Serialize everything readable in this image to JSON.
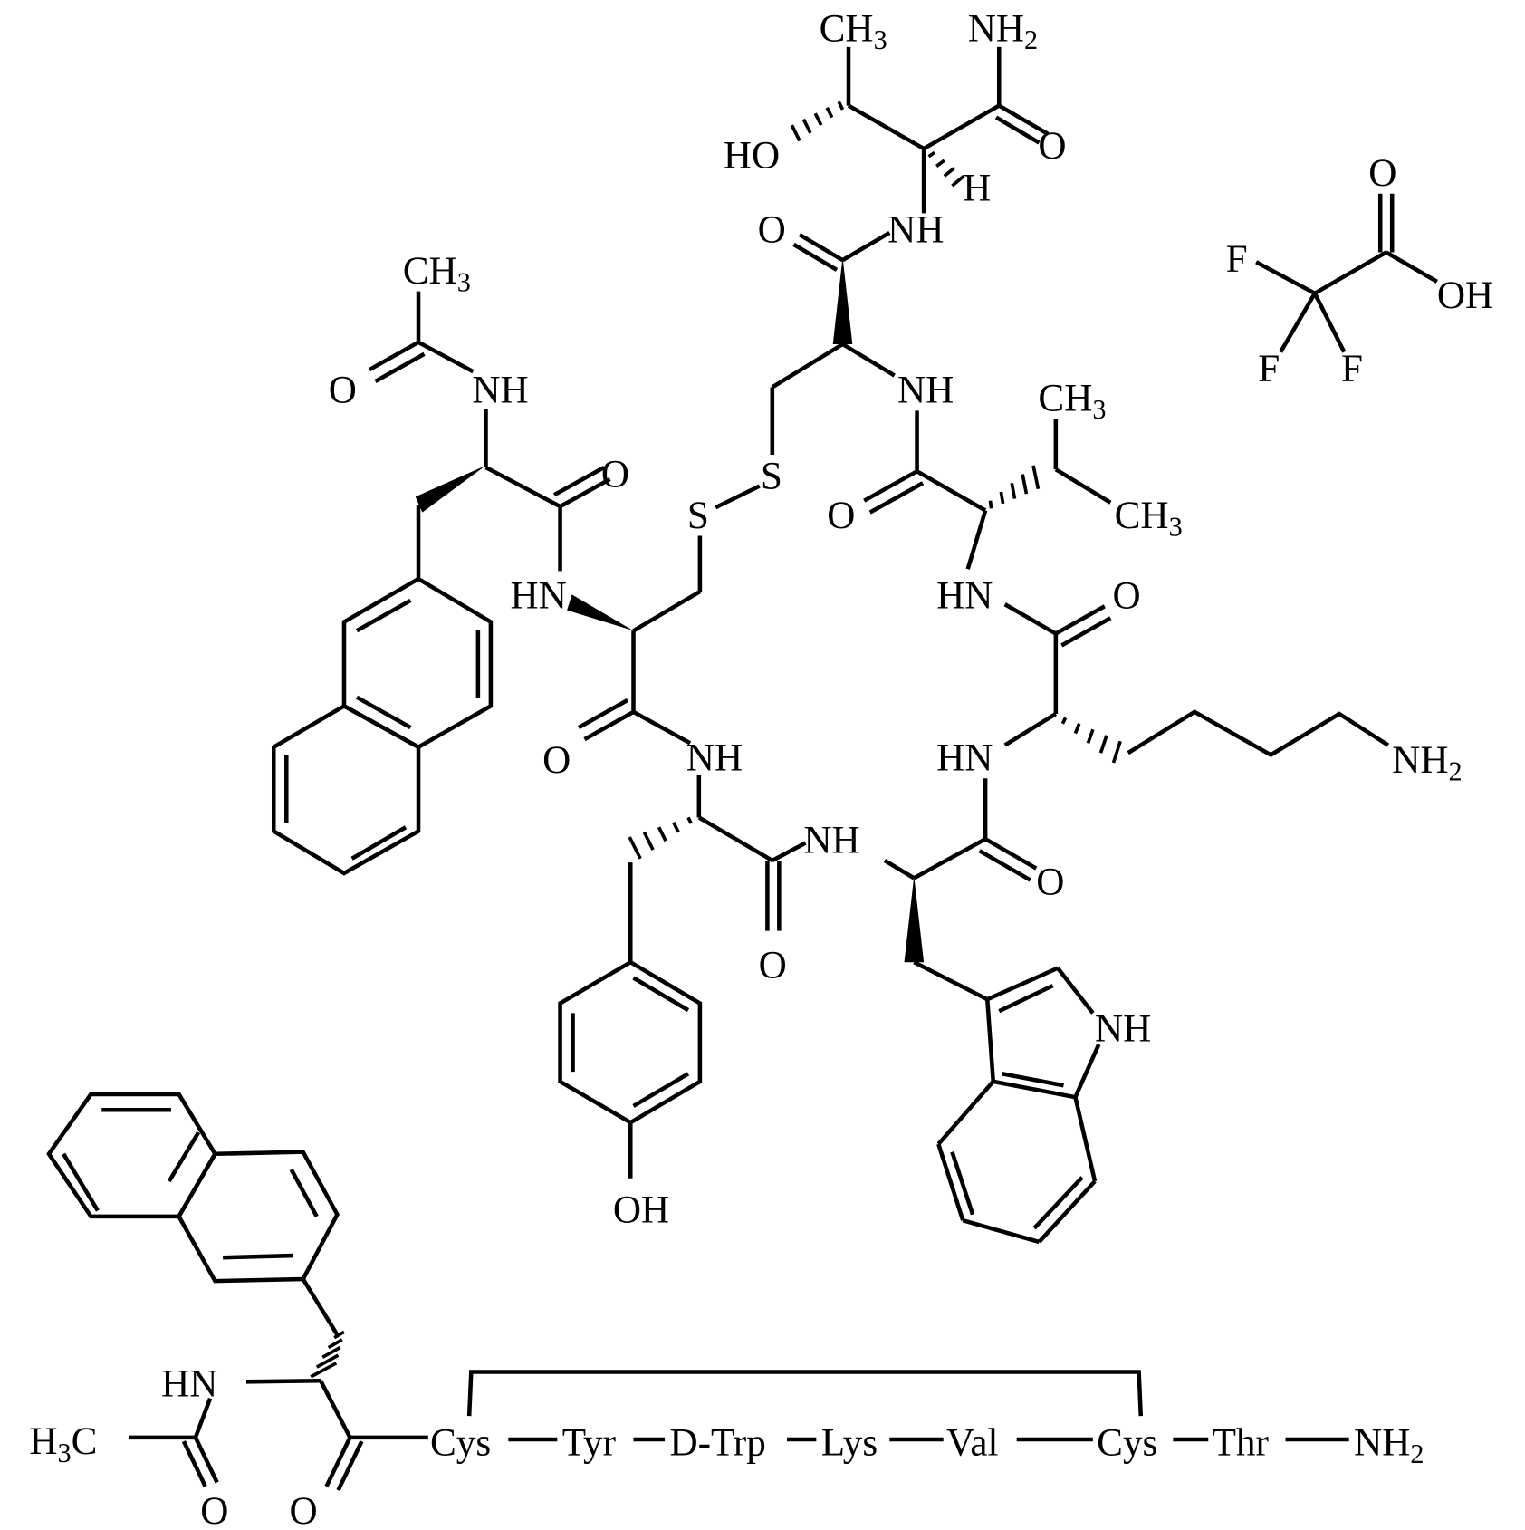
{
  "molecule": {
    "name_sequence": "Ac-Nal-Cys-Tyr-D-Trp-Lys-Val-Cys-Thr-NH2 trifluoroacetate",
    "counterion": "trifluoroacetic acid",
    "colors": {
      "ink": "#000000",
      "background": "#ffffff"
    }
  },
  "labels": {
    "thr_ch3": "CH",
    "thr_ch3_sub": "3",
    "thr_nh2": "NH",
    "thr_nh2_sub": "2",
    "thr_ho": "HO",
    "thr_o": "O",
    "thr_h": "H",
    "thr_nh": "NH",
    "cys2_o": "O",
    "cys2_nh": "NH",
    "val_ch3_top": "CH",
    "val_ch3_top_sub": "3",
    "val_ch3_right": "CH",
    "val_ch3_right_sub": "3",
    "val_o": "O",
    "val_hn": "HN",
    "lys_o": "O",
    "lys_hn": "HN",
    "lys_nh2": "NH",
    "lys_nh2_sub": "2",
    "trp_o": "O",
    "trp_nh": "NH",
    "indole_nh": "NH",
    "tyr_o": "O",
    "tyr_nh": "NH",
    "tyr_oh": "OH",
    "cys1_o": "O",
    "cys1_hn": "HN",
    "s1": "S",
    "s2": "S",
    "nal_o": "O",
    "nal_nh": "NH",
    "ac_ch3": "CH",
    "ac_ch3_sub": "3",
    "ac_o": "O",
    "tfa_o": "O",
    "tfa_oh": "OH",
    "tfa_f1": "F",
    "tfa_f2": "F",
    "tfa_f3": "F"
  },
  "sequence": {
    "h3c": "H",
    "h3c_sub": "3",
    "h3c_c": "C",
    "hn": "HN",
    "o1": "O",
    "o2": "O",
    "residues": [
      "Cys",
      "Tyr",
      "D-Trp",
      "Lys",
      "Val",
      "Cys",
      "Thr"
    ],
    "terminal": "NH",
    "terminal_sub": "2"
  }
}
